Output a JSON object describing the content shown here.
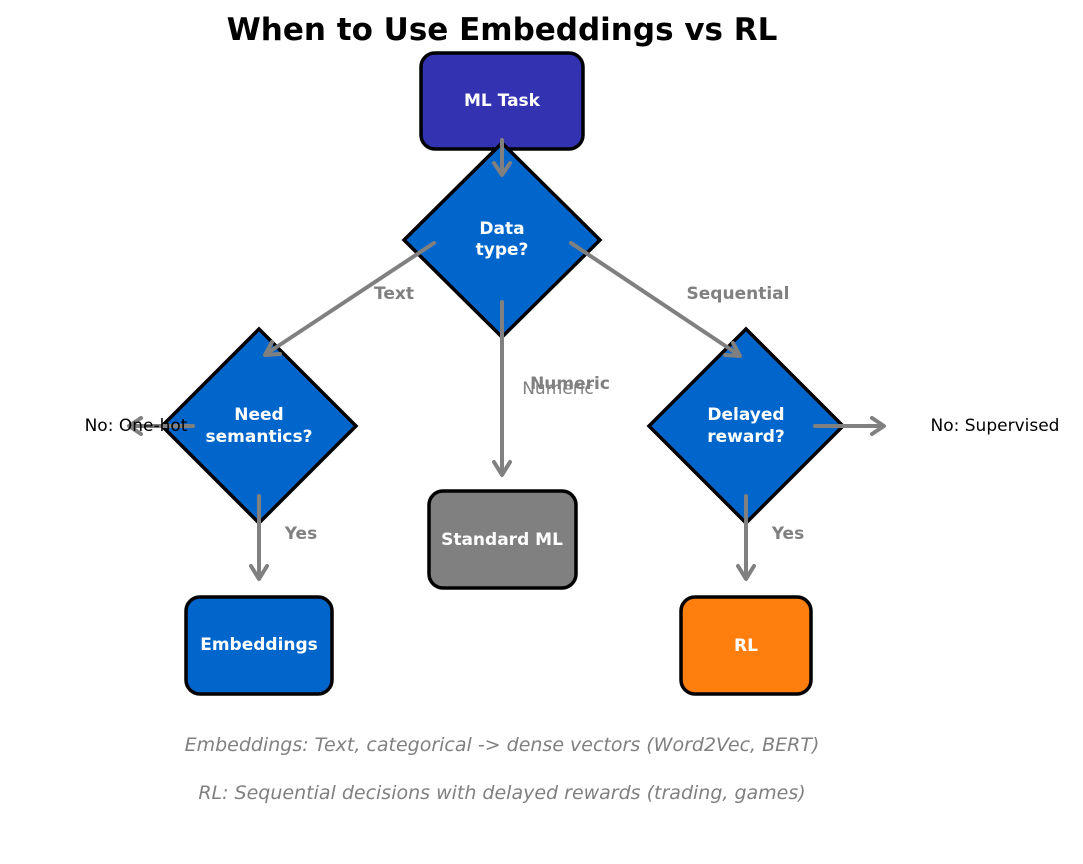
{
  "title": "When to Use Embeddings vs RL",
  "colors": {
    "ml_task": "#3333b2",
    "decision": "#0066cc",
    "embeddings": "#0066cc",
    "standard_ml": "#808080",
    "rl": "#ff7f0e",
    "edge": "#808080"
  },
  "nodes": {
    "ml_task": {
      "label": "ML Task"
    },
    "data_type": {
      "line1": "Data",
      "line2": "type?"
    },
    "need_semantics": {
      "line1": "Need",
      "line2": "semantics?"
    },
    "delayed_reward": {
      "line1": "Delayed",
      "line2": "reward?"
    },
    "standard_ml": {
      "label": "Standard ML"
    },
    "embeddings": {
      "label": "Embeddings"
    },
    "rl": {
      "label": "RL"
    }
  },
  "edges": {
    "text": "Text",
    "sequential": "Sequential",
    "numeric_bold": "Numeric",
    "numeric_plain": "Numeric",
    "yes_left": "Yes",
    "yes_right": "Yes",
    "no_onehot": "No: One-hot",
    "no_supervised": "No: Supervised"
  },
  "notes": [
    "Embeddings: Text, categorical -> dense vectors (Word2Vec, BERT)",
    "RL: Sequential decisions with delayed rewards (trading, games)"
  ]
}
